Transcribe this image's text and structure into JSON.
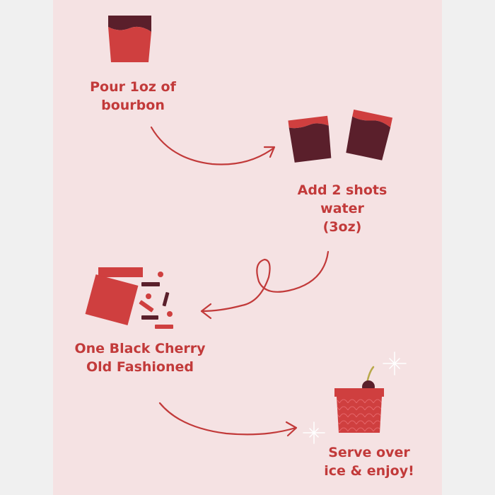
{
  "colors": {
    "page_background": "#f0f0f0",
    "panel_background": "#f5e2e3",
    "accent_red": "#c23a3a",
    "glass_red": "#cf3f3f",
    "drink_dark": "#5a1f2b",
    "sparkle": "#ffffff"
  },
  "steps": [
    {
      "text": "Pour 1oz of\nbourbon",
      "icon": "bourbon-glass-icon"
    },
    {
      "text": "Add 2 shots\nwater\n(3oz)",
      "icon": "two-shot-glasses-icon"
    },
    {
      "text": "One Black Cherry\nOld Fashioned",
      "icon": "packet-icon"
    },
    {
      "text": "Serve over\nice & enjoy!",
      "icon": "cherry-glass-icon"
    }
  ]
}
